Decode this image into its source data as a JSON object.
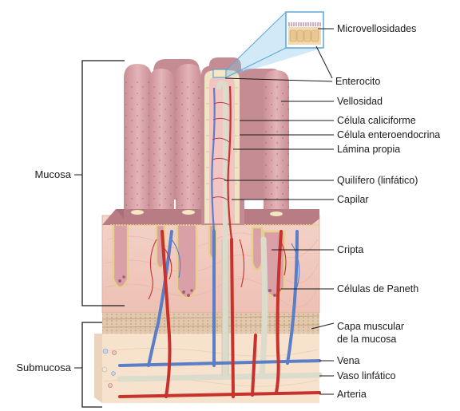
{
  "labels": {
    "microvellosidades": "Microvellosidades",
    "enterocito": "Enterocito",
    "vellosidad": "Vellosidad",
    "celula_caliciforme": "Célula caliciforme",
    "celula_enteroendocrina": "Célula enteroendocrina",
    "lamina_propia": "Lámina propia",
    "quilifero": "Quilífero (linfático)",
    "capilar": "Capilar",
    "cripta": "Cripta",
    "celulas_paneth": "Células de Paneth",
    "capa_muscular_1": "Capa muscular",
    "capa_muscular_2": "de la mucosa",
    "vena": "Vena",
    "vaso_linfatico": "Vaso linfático",
    "arteria": "Arteria",
    "mucosa": "Mucosa",
    "submucosa": "Submucosa"
  },
  "colors": {
    "villus": "#d9a6ab",
    "villus_dark": "#c98e95",
    "lamina": "#f1c9c0",
    "muscularis": "#dcc2a8",
    "submucosa": "#f7e4d0",
    "vein": "#5b7fc7",
    "artery": "#c8322c",
    "lymph": "#d8d8c8",
    "callout": "#7fc3e8"
  }
}
